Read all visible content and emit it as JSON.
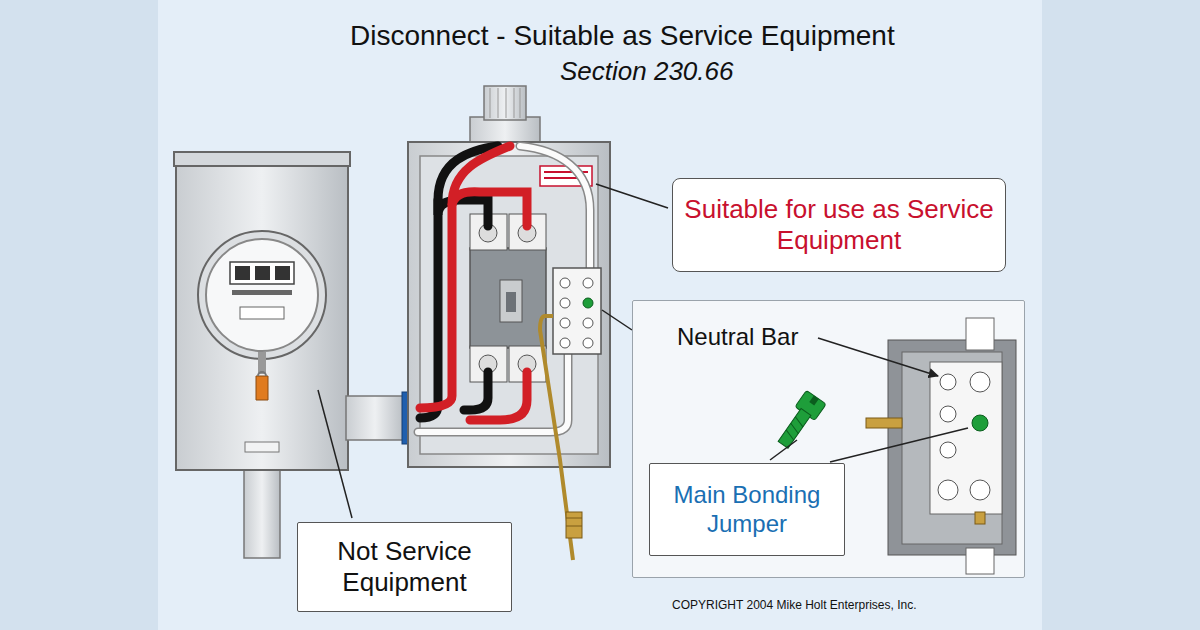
{
  "diagram": {
    "title": "Disconnect - Suitable as Service Equipment",
    "nodes": [
      {
        "text": [
          "Suitable for use as Service Equipment"
        ]
      },
      {
        "text": [
          "Neutral Bar"
        ]
      },
      {
        "text": [
          "Main Bonding Jumper"
        ],
        "in": 1
      },
      {
        "text": [
          "Not Service Equipment"
        ]
      }
    ],
    "labels": [
      "Section 230.66",
      "COPYRIGHT 2004 Mike Holt Enterprises, Inc."
    ]
  }
}
